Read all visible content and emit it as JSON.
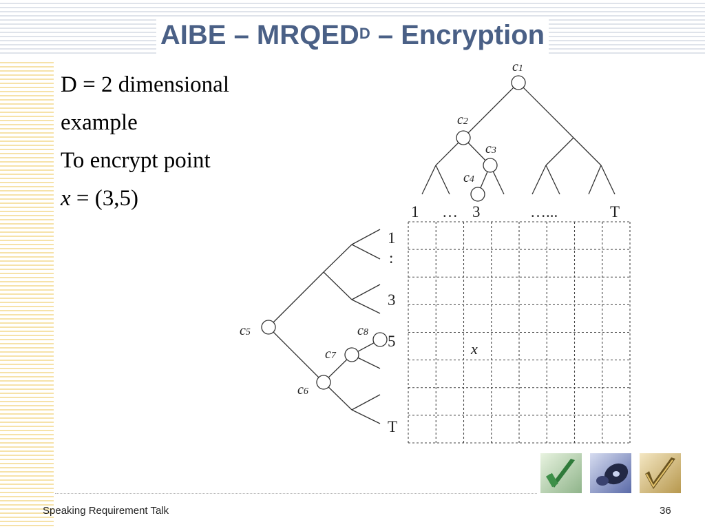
{
  "slide": {
    "title_main": "AIBE – MRQED",
    "title_sup": "D",
    "title_tail": " – Encryption",
    "lines": [
      "D = 2 dimensional",
      "example",
      "To encrypt point"
    ],
    "point_var": "x",
    "point_val": " = (3,5)"
  },
  "tree_top": {
    "nodes": [
      "c1",
      "c2",
      "c3",
      "c4"
    ],
    "leaf_labels": [
      "1",
      "…",
      "3",
      "…...",
      "T"
    ]
  },
  "tree_left": {
    "nodes": [
      "c5",
      "c6",
      "c7",
      "c8"
    ],
    "leaf_labels": [
      "1",
      ":",
      "3",
      "5",
      "T"
    ]
  },
  "grid": {
    "rows": 8,
    "cols": 8,
    "point_label": "x"
  },
  "footer": {
    "left": "Speaking Requirement Talk",
    "page_number": "36"
  },
  "colors": {
    "title": "#4a6086",
    "top_stripes": "#dfe3ea",
    "left_stripes": "#f6e2a8"
  },
  "icons": [
    "green-checkmark-icon",
    "blue-disc-icon",
    "gold-checkmark-icon"
  ]
}
